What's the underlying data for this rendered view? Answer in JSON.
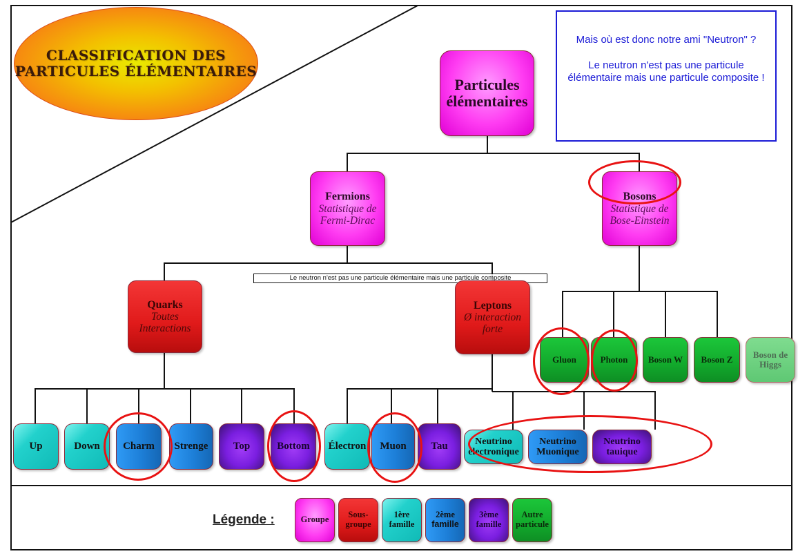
{
  "title": {
    "line1": "CLASSIFICATION DES",
    "line2": "PARTICULES ÉLÉMENTAIRES"
  },
  "info_box": {
    "paragraph1": "Mais où est donc notre ami \"Neutron\" ?",
    "paragraph2": "Le neutron n'est pas une particule élémentaire mais une particule composite  !"
  },
  "note": "Le neutron n'est pas une particule élémentaire mais une particule composite",
  "tree": {
    "root": {
      "name": "Particules élémentaires",
      "category": "Groupe"
    },
    "fermions": {
      "name": "Fermions",
      "subtitle": "Statistique de Fermi-Dirac",
      "category": "Groupe"
    },
    "bosons": {
      "name": "Bosons",
      "subtitle": "Statistique de Bose-Einstein",
      "category": "Groupe",
      "circled": true
    },
    "quarks": {
      "name": "Quarks",
      "subtitle": "Toutes Interactions",
      "category": "Sous-groupe"
    },
    "leptons": {
      "name": "Leptons",
      "subtitle": "Ø interaction forte",
      "category": "Sous-groupe"
    },
    "quark_items": [
      {
        "name": "Up",
        "family": "1ère famille",
        "circled": false
      },
      {
        "name": "Down",
        "family": "1ère famille",
        "circled": false
      },
      {
        "name": "Charm",
        "family": "2ème famille",
        "circled": true
      },
      {
        "name": "Strenge",
        "family": "2ème famille",
        "circled": false
      },
      {
        "name": "Top",
        "family": "3ème famille",
        "circled": false
      },
      {
        "name": "Bottom",
        "family": "3ème famille",
        "circled": true
      }
    ],
    "lepton_items": [
      {
        "name": "Électron",
        "family": "1ère famille",
        "circled": false
      },
      {
        "name": "Muon",
        "family": "2ème famille",
        "circled": true
      },
      {
        "name": "Tau",
        "family": "3ème famille",
        "circled": false
      }
    ],
    "neutrino_items": [
      {
        "name": "Neutrino électronique",
        "line1": "Neutrino",
        "line2": "électronique",
        "family": "1ère famille"
      },
      {
        "name": "Neutrino Muonique",
        "line1": "Neutrino",
        "line2": "Muonique",
        "family": "2ème famille"
      },
      {
        "name": "Neutrino tauique",
        "line1": "Neutrino",
        "line2": "tauique",
        "family": "3ème famille"
      }
    ],
    "neutrinos_circled": true,
    "boson_items": [
      {
        "name": "Gluon",
        "category": "Autre particule",
        "circled": true
      },
      {
        "name": "Photon",
        "category": "Autre particule",
        "circled": true
      },
      {
        "name": "Boson W",
        "category": "Autre particule",
        "circled": false
      },
      {
        "name": "Boson Z",
        "category": "Autre particule",
        "circled": false
      },
      {
        "name": "Boson de Higgs",
        "line1": "Boson de",
        "line2": "Higgs",
        "category": "Autre particule",
        "faded": true
      }
    ]
  },
  "legend": {
    "title": "Légende :",
    "items": [
      {
        "label": "Groupe",
        "line1": "Groupe",
        "line2": ""
      },
      {
        "label": "Sous-groupe",
        "line1": "Sous-",
        "line2": "groupe"
      },
      {
        "label": "1ère famille",
        "line1": "1ère",
        "line2": "famille"
      },
      {
        "label": "2ème famille",
        "line1": "2ème",
        "line2": "famille"
      },
      {
        "label": "3ème famille",
        "line1": "3ème",
        "line2": "famille"
      },
      {
        "label": "Autre particule",
        "line1": "Autre",
        "line2": "particule"
      }
    ]
  },
  "colors": {
    "groupe": "#ff3cf2",
    "sous_groupe": "#e01a1a",
    "famille_1": "#22d1cc",
    "famille_2": "#1d7fd8",
    "famille_3": "#7a1ee0",
    "autre_particule": "#12a92c",
    "annotation_circle": "#e81212",
    "info_text": "#1a1ad6"
  }
}
